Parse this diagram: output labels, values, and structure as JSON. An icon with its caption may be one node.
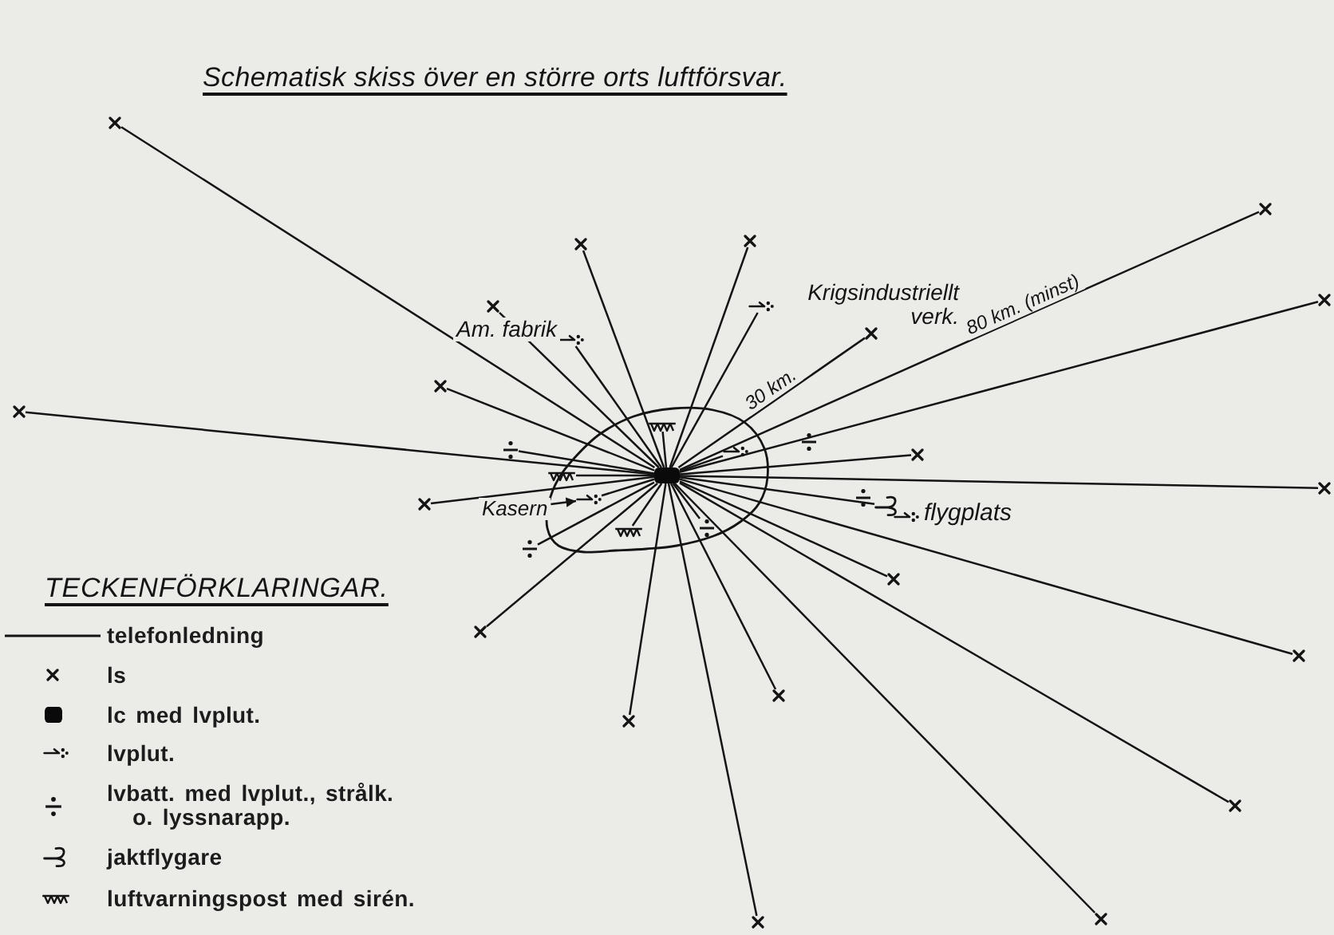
{
  "diagram": {
    "title": "Schematisk skiss över en större orts luftförsvar.",
    "nodes": [
      {
        "text": [],
        "shape": "cross"
      },
      {
        "text": [],
        "shape": "cross"
      },
      {
        "text": [],
        "shape": "cross"
      },
      {
        "text": [],
        "shape": "cross"
      },
      {
        "text": [],
        "shape": "cross"
      },
      {
        "text": [],
        "shape": "cross"
      },
      {
        "text": [],
        "shape": "dash"
      },
      {
        "text": [],
        "shape": "cross"
      },
      {
        "text": [],
        "shape": "dash"
      },
      {
        "text": [],
        "shape": "cross"
      },
      {
        "text": [],
        "shape": "blob"
      },
      {
        "text": [],
        "shape": "square",
        "in": 10
      },
      {
        "text": [],
        "shape": "zigzag",
        "in": 10
      },
      {
        "text": [],
        "shape": "dash",
        "in": 10
      },
      {
        "text": [],
        "shape": "zigzag",
        "in": 10
      },
      {
        "text": [],
        "shape": "dash",
        "in": 10
      },
      {
        "text": [],
        "shape": "divide",
        "in": 10
      },
      {
        "text": [],
        "shape": "zigzag",
        "in": 10
      },
      {
        "text": [],
        "shape": "cross"
      },
      {
        "text": [],
        "shape": "divide"
      },
      {
        "text": [],
        "shape": "divide"
      },
      {
        "text": [],
        "shape": "cross"
      },
      {
        "text": [],
        "shape": "cross"
      },
      {
        "text": [],
        "shape": "divide"
      },
      {
        "text": [],
        "shape": "hook"
      },
      {
        "text": [],
        "shape": "dash"
      },
      {
        "text": [],
        "shape": "cross"
      },
      {
        "text": [
          "Kasern"
        ]
      },
      {
        "text": [],
        "shape": "divide"
      },
      {
        "text": [],
        "shape": "cross"
      },
      {
        "text": [],
        "shape": "cross"
      },
      {
        "text": [],
        "shape": "cross"
      },
      {
        "text": [],
        "shape": "cross"
      },
      {
        "text": [],
        "shape": "cross"
      },
      {
        "text": [],
        "shape": "cross"
      },
      {
        "text": [],
        "shape": "cross"
      },
      {
        "text": [],
        "shape": "cross"
      }
    ],
    "edges": [
      {
        "from": 11,
        "to": 0,
        "arrow": "none"
      },
      {
        "from": 11,
        "to": 1,
        "arrow": "none",
        "label": "80 km. (minst)"
      },
      {
        "from": 11,
        "to": 2,
        "arrow": "none"
      },
      {
        "from": 11,
        "to": 3,
        "arrow": "none"
      },
      {
        "from": 11,
        "to": 4,
        "arrow": "none"
      },
      {
        "from": 11,
        "to": 5,
        "arrow": "none"
      },
      {
        "from": 11,
        "to": 6,
        "arrow": "none"
      },
      {
        "from": 11,
        "to": 7,
        "arrow": "none",
        "label": "30 km."
      },
      {
        "from": 11,
        "to": 8,
        "arrow": "none"
      },
      {
        "from": 11,
        "to": 9,
        "arrow": "none"
      },
      {
        "from": 11,
        "to": 12,
        "arrow": "none"
      },
      {
        "from": 11,
        "to": 13,
        "arrow": "none"
      },
      {
        "from": 11,
        "to": 14,
        "arrow": "none"
      },
      {
        "from": 11,
        "to": 15,
        "arrow": "none"
      },
      {
        "from": 11,
        "to": 16,
        "arrow": "none"
      },
      {
        "from": 11,
        "to": 17,
        "arrow": "none"
      },
      {
        "from": 11,
        "to": 18,
        "arrow": "none"
      },
      {
        "from": 11,
        "to": 20,
        "arrow": "none"
      },
      {
        "from": 11,
        "to": 21,
        "arrow": "none"
      },
      {
        "from": 11,
        "to": 22,
        "arrow": "none"
      },
      {
        "from": 11,
        "to": 24,
        "arrow": "none"
      },
      {
        "from": 11,
        "to": 26,
        "arrow": "none"
      },
      {
        "from": 27,
        "to": 15,
        "arrow": "to"
      },
      {
        "from": 11,
        "to": 28,
        "arrow": "none"
      },
      {
        "from": 11,
        "to": 29,
        "arrow": "none"
      },
      {
        "from": 11,
        "to": 30,
        "arrow": "none"
      },
      {
        "from": 11,
        "to": 31,
        "arrow": "none"
      },
      {
        "from": 11,
        "to": 32,
        "arrow": "none"
      },
      {
        "from": 11,
        "to": 33,
        "arrow": "none"
      },
      {
        "from": 11,
        "to": 34,
        "arrow": "none"
      },
      {
        "from": 11,
        "to": 35,
        "arrow": "none"
      },
      {
        "from": 11,
        "to": 36,
        "arrow": "none"
      }
    ],
    "labels": [
      "Krigsindustriellt verk.",
      "Am. fabrik",
      "flygplats",
      "TECKENFÖRKLARINGAR."
    ],
    "legend": [
      {
        "text": "telefonledning"
      },
      {
        "text": "ls"
      },
      {
        "text": "lc med lvplut."
      },
      {
        "text": "lvplut."
      },
      {
        "text": "lvbatt. med lvplut., strålk. o. lyssnarapp."
      },
      {
        "text": "jaktflygare"
      },
      {
        "text": "luftvarningspost med sirén."
      }
    ]
  }
}
